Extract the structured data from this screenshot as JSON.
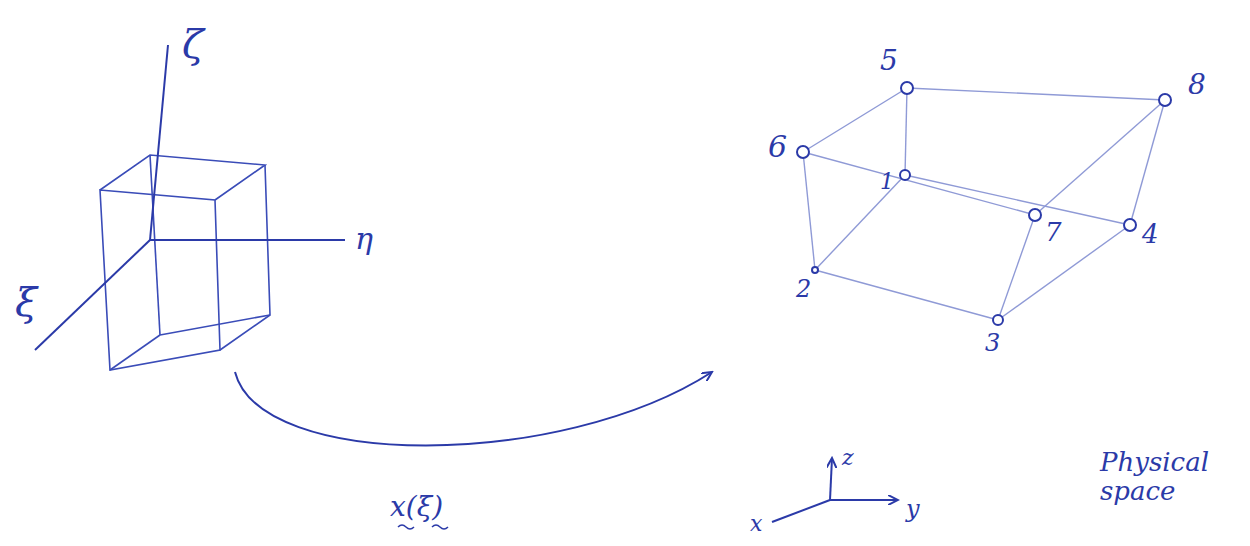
{
  "diagram": {
    "labels": [
      "ζ",
      "η",
      "ξ",
      "5",
      "8",
      "6",
      "1",
      "7",
      "4",
      "2",
      "3",
      "x(ξ)",
      "z",
      "y",
      "x",
      "Physical space"
    ]
  }
}
